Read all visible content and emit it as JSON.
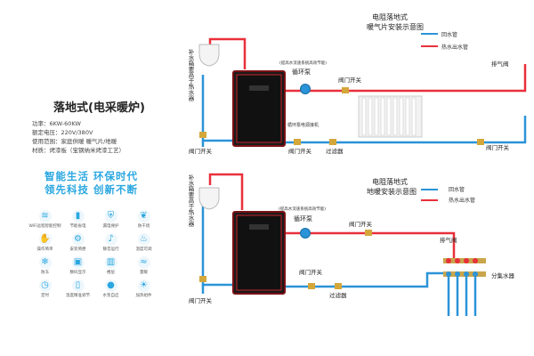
{
  "panel": {
    "title": "落地式(电采暖炉)",
    "specs": [
      "功率：6KW-60KW",
      "额定电压：220V/380V",
      "使用范围：家庭供暖 暖气片/地暖",
      "材质：烤漆板（宝钢纳米烤漆工艺）"
    ],
    "slogan": [
      "智能生活 环保时代",
      "领先科技 创新不断"
    ],
    "icons": [
      {
        "icon": "wifi-icon",
        "glyph": "≋",
        "label": "WiFi远程智能控制"
      },
      {
        "icon": "battery-icon",
        "glyph": "▮",
        "label": "节能省电"
      },
      {
        "icon": "shield-icon",
        "glyph": "⛨",
        "label": "漏电保护"
      },
      {
        "icon": "leaf-icon",
        "glyph": "❦",
        "label": "防干烧"
      },
      {
        "icon": "operation-icon",
        "glyph": "✋",
        "label": "操作简单"
      },
      {
        "icon": "install-icon",
        "glyph": "⚙",
        "label": "安装简便"
      },
      {
        "icon": "quiet-icon",
        "glyph": "♪",
        "label": "静音运行"
      },
      {
        "icon": "temp-icon",
        "glyph": "♨",
        "label": "温度可调"
      },
      {
        "icon": "freeze-icon",
        "glyph": "❄",
        "label": "防冻"
      },
      {
        "icon": "display-icon",
        "glyph": "▣",
        "label": "数码显示"
      },
      {
        "icon": "building-icon",
        "glyph": "▥",
        "label": "楼层"
      },
      {
        "icon": "wind-icon",
        "glyph": "≈",
        "label": "量暖"
      },
      {
        "icon": "timer-icon",
        "glyph": "◷",
        "label": "定时"
      },
      {
        "icon": "thermo-icon",
        "glyph": "▯",
        "label": "温度精准调节"
      },
      {
        "icon": "drop-icon",
        "glyph": "●",
        "label": "水泵自启"
      },
      {
        "icon": "heating-icon",
        "glyph": "☀",
        "label": "加热组件"
      }
    ]
  },
  "diagrams": [
    {
      "title": [
        "电阻落地式",
        "暖气片安装示意图"
      ],
      "legend": [
        {
          "label": "回水管",
          "color": "#2b93d8"
        },
        {
          "label": "热水出水管",
          "color": "#e8303a"
        }
      ],
      "labels": {
        "tank": "补水箱要高于热水器",
        "sensor": "(提高水流速系统高效节能)",
        "pump": "循环泵",
        "valve_top": "阀门开关",
        "vent": "排气阀",
        "pump_power": "循环泵电源接机",
        "valve_left": "阀门开关",
        "valve_bottom": "阀门开关",
        "valve_right": "阀门开关",
        "filter": "过滤器"
      }
    },
    {
      "title": [
        "电阻落地式",
        "地暖安装示意图"
      ],
      "legend": [
        {
          "label": "回水管",
          "color": "#2b93d8"
        },
        {
          "label": "热水出水管",
          "color": "#e8303a"
        }
      ],
      "labels": {
        "tank": "补水箱要高于热水器",
        "sensor": "(提高水流速系统高效节能)",
        "pump": "循环泵",
        "valve_top": "阀门开关",
        "vent": "排气阀",
        "manifold": "分集水器",
        "valve_left": "阀门开关",
        "valve_bottom": "阀门开关",
        "filter": "过滤器"
      }
    }
  ]
}
